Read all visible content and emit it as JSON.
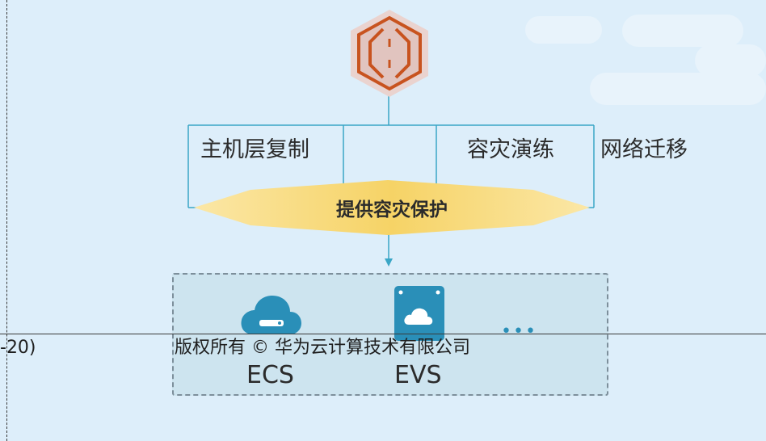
{
  "features": {
    "host_replication": "主机层复制",
    "dr_drill": "容灾演练",
    "network_migration": "网络迁移"
  },
  "banner_label": "提供容灾保护",
  "services": {
    "ecs_label": "ECS",
    "evs_label": "EVS",
    "more_label": "•••"
  },
  "footer": {
    "left_fragment": "-20)",
    "copyright": "版权所有 © 华为云计算技术有限公司"
  },
  "colors": {
    "background": "#ddeefa",
    "brand_hex_stroke": "#c8531f",
    "hex_fill": "#ead3cf",
    "banner_yellow": "#f7d56a",
    "service_blue": "#2a8fb8",
    "connector": "#3aa6c6"
  }
}
